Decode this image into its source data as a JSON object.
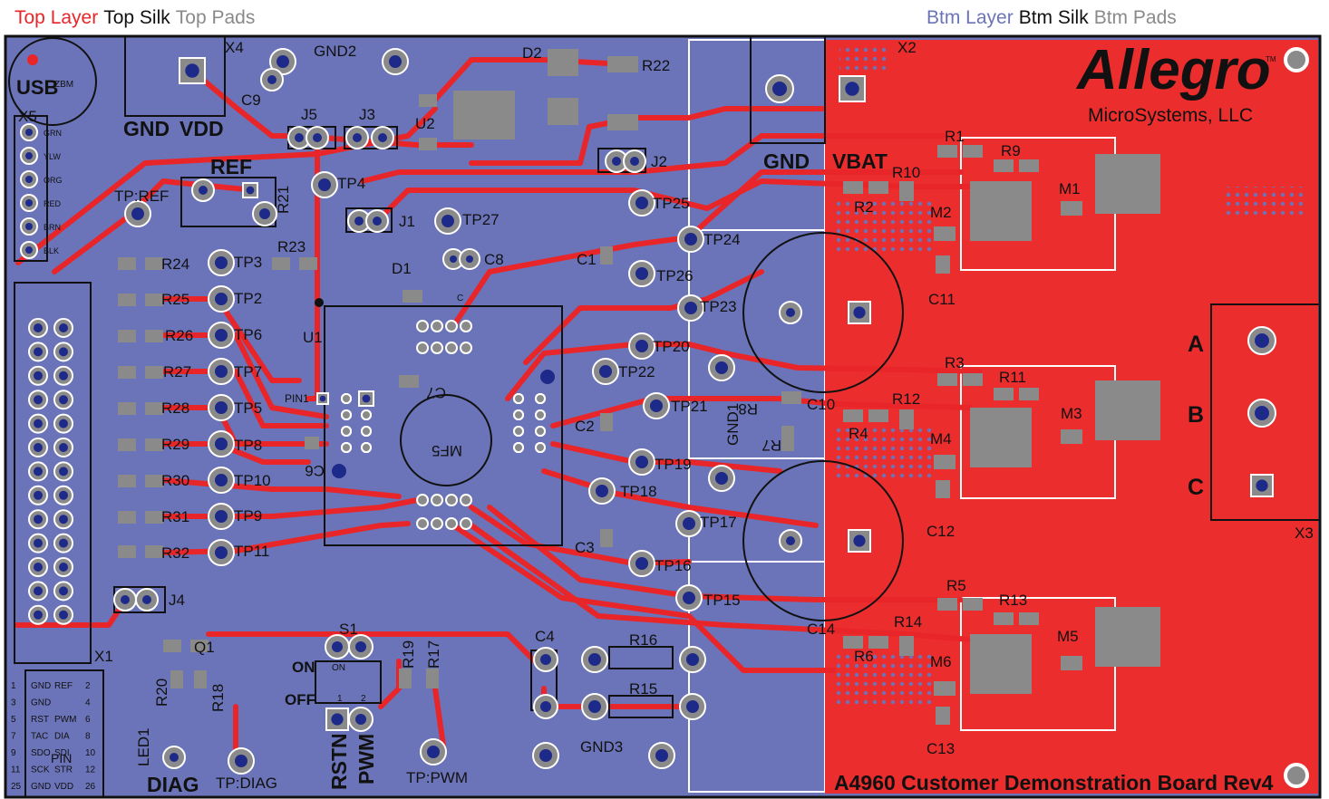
{
  "legend_top": {
    "layer": "Top Layer",
    "silk": "Top Silk",
    "pads": "Top Pads"
  },
  "legend_btm": {
    "layer": "Btm Layer",
    "silk": "Btm Silk",
    "pads": "Btm Pads"
  },
  "colors": {
    "top_layer": "#e8262a",
    "btm_layer": "#6b74b8",
    "silk": "#111111",
    "pads": "#8a8a8a",
    "via_core": "#1e2a8a",
    "red_pour": "#ec2d2d"
  },
  "board": {
    "brand": "Allegro",
    "tm": "TM",
    "company": "MicroSystems, LLC",
    "title": "A4960 Customer Demonstration Board Rev4"
  },
  "big_labels": {
    "usb": "USB",
    "gnd": "GND",
    "vdd": "VDD",
    "ref": "REF",
    "gnd_bat": "GND",
    "vbat": "VBAT",
    "diag": "DIAG",
    "rstn": "RSTN",
    "pwm": "PWM",
    "on": "ON",
    "off": "OFF",
    "a": "A",
    "b": "B",
    "c": "C",
    "pin1": "PIN1"
  },
  "usb_wires": [
    "GRN",
    "YLW",
    "ORG",
    "RED",
    "BRN",
    "BLK"
  ],
  "pinmap": [
    [
      "1",
      "GND",
      "REF",
      "2"
    ],
    [
      "3",
      "GND",
      "",
      "4"
    ],
    [
      "5",
      "RST",
      "PWM",
      "6"
    ],
    [
      "7",
      "TAC",
      "DIA",
      "8"
    ],
    [
      "9",
      "SDO",
      "SDI",
      "10"
    ],
    [
      "11",
      "SCK",
      "STR",
      "12"
    ],
    [
      "25",
      "GND",
      "VDD",
      "26"
    ]
  ],
  "pinmap_title": "PIN",
  "labels": [
    {
      "text": "X4"
    },
    {
      "text": "GND2"
    },
    {
      "text": "D2"
    },
    {
      "text": "R22"
    },
    {
      "text": "X2"
    },
    {
      "text": "X5"
    },
    {
      "text": "C9"
    },
    {
      "text": "J5"
    },
    {
      "text": "J3"
    },
    {
      "text": "U2"
    },
    {
      "text": "J2"
    },
    {
      "text": "R1"
    },
    {
      "text": "R9"
    },
    {
      "text": "R10"
    },
    {
      "text": "M1"
    },
    {
      "text": "TP:REF"
    },
    {
      "text": "R21"
    },
    {
      "text": "TP4"
    },
    {
      "text": "TP25"
    },
    {
      "text": "R2"
    },
    {
      "text": "M2"
    },
    {
      "text": "J1"
    },
    {
      "text": "TP27"
    },
    {
      "text": "TP24"
    },
    {
      "text": "R24"
    },
    {
      "text": "TP3"
    },
    {
      "text": "R23"
    },
    {
      "text": "D1"
    },
    {
      "text": "C8"
    },
    {
      "text": "C1"
    },
    {
      "text": "TP26"
    },
    {
      "text": "C11"
    },
    {
      "text": "R25"
    },
    {
      "text": "TP2"
    },
    {
      "text": "TP23"
    },
    {
      "text": "R26"
    },
    {
      "text": "TP6"
    },
    {
      "text": "U1"
    },
    {
      "text": "TP20"
    },
    {
      "text": "R27"
    },
    {
      "text": "TP7"
    },
    {
      "text": "TP22"
    },
    {
      "text": "R3"
    },
    {
      "text": "R11"
    },
    {
      "text": "C7"
    },
    {
      "text": "C10"
    },
    {
      "text": "R12"
    },
    {
      "text": "R28"
    },
    {
      "text": "TP5"
    },
    {
      "text": "TP21"
    },
    {
      "text": "M3"
    },
    {
      "text": "R4"
    },
    {
      "text": "R8"
    },
    {
      "text": "M4"
    },
    {
      "text": "MF5"
    },
    {
      "text": "C2"
    },
    {
      "text": "R7"
    },
    {
      "text": "R29"
    },
    {
      "text": "TP8"
    },
    {
      "text": "C6"
    },
    {
      "text": "GND1"
    },
    {
      "text": "R30"
    },
    {
      "text": "TP10"
    },
    {
      "text": "TP19"
    },
    {
      "text": "TP18"
    },
    {
      "text": "R31"
    },
    {
      "text": "TP9"
    },
    {
      "text": "TP17"
    },
    {
      "text": "C12"
    },
    {
      "text": "X3"
    },
    {
      "text": "R32"
    },
    {
      "text": "TP11"
    },
    {
      "text": "C3"
    },
    {
      "text": "TP16"
    },
    {
      "text": "TP15"
    },
    {
      "text": "R5"
    },
    {
      "text": "R13"
    },
    {
      "text": "J4"
    },
    {
      "text": "C14"
    },
    {
      "text": "R14"
    },
    {
      "text": "M5"
    },
    {
      "text": "S1"
    },
    {
      "text": "Q1"
    },
    {
      "text": "C4"
    },
    {
      "text": "R16"
    },
    {
      "text": "R6"
    },
    {
      "text": "M6"
    },
    {
      "text": "X1"
    },
    {
      "text": "R19"
    },
    {
      "text": "R17"
    },
    {
      "text": "R20"
    },
    {
      "text": "R18"
    },
    {
      "text": "R15"
    },
    {
      "text": "C13"
    },
    {
      "text": "LED1"
    },
    {
      "text": "TP:DIAG"
    },
    {
      "text": "TP:PWM"
    },
    {
      "text": "GND3"
    },
    {
      "text": "2"
    },
    {
      "text": "1"
    },
    {
      "text": "ON"
    },
    {
      "text": "C"
    },
    {
      "text": "ZBM"
    }
  ]
}
